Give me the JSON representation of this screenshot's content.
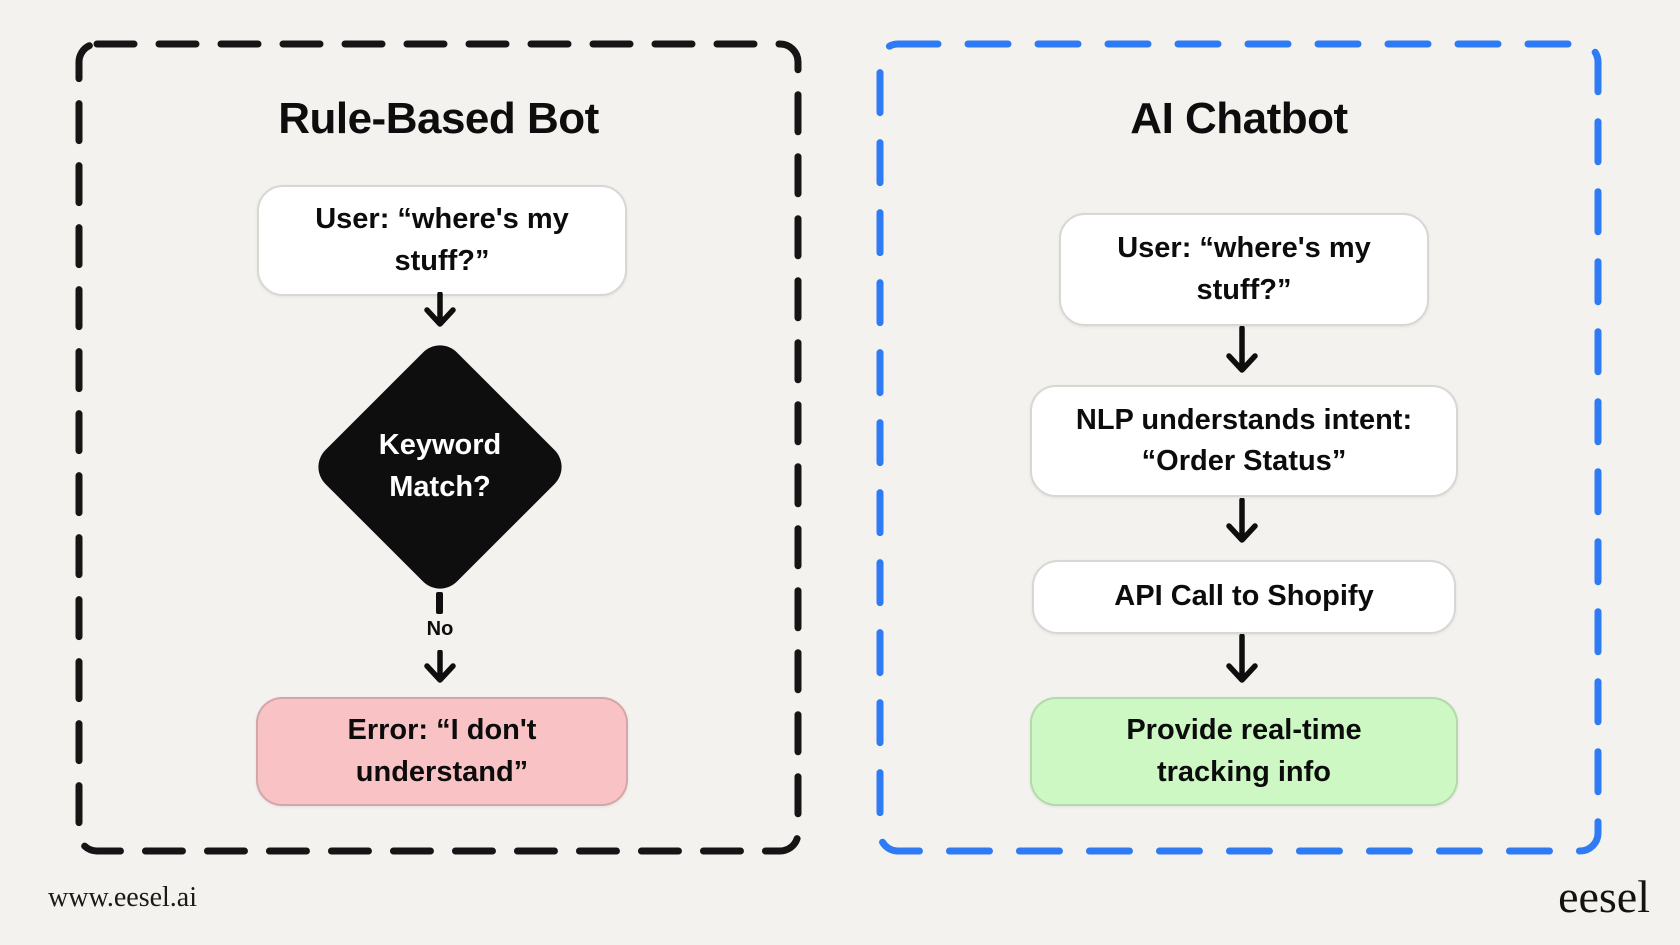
{
  "colors": {
    "background": "#f4f2ef",
    "left_panel_border": "#151515",
    "right_panel_border": "#2e7bf4",
    "node_bg": "#ffffff",
    "error_bg": "#f9c2c5",
    "success_bg": "#cdf8c3",
    "diamond_bg": "#0e0e0e",
    "text": "#0c0c0c"
  },
  "left_panel": {
    "title": "Rule-Based Bot",
    "user_node": "User: “where's my\nstuff?”",
    "decision_node": "Keyword\nMatch?",
    "edge_label": "No",
    "error_node": "Error: “I don't\nunderstand”"
  },
  "right_panel": {
    "title": "AI Chatbot",
    "user_node": "User: “where's my\nstuff?”",
    "nlp_node": "NLP understands intent:\n“Order Status”",
    "api_node": "API Call to Shopify",
    "result_node": "Provide real-time\ntracking info"
  },
  "footer": {
    "website": "www.eesel.ai",
    "logo": "eesel"
  }
}
